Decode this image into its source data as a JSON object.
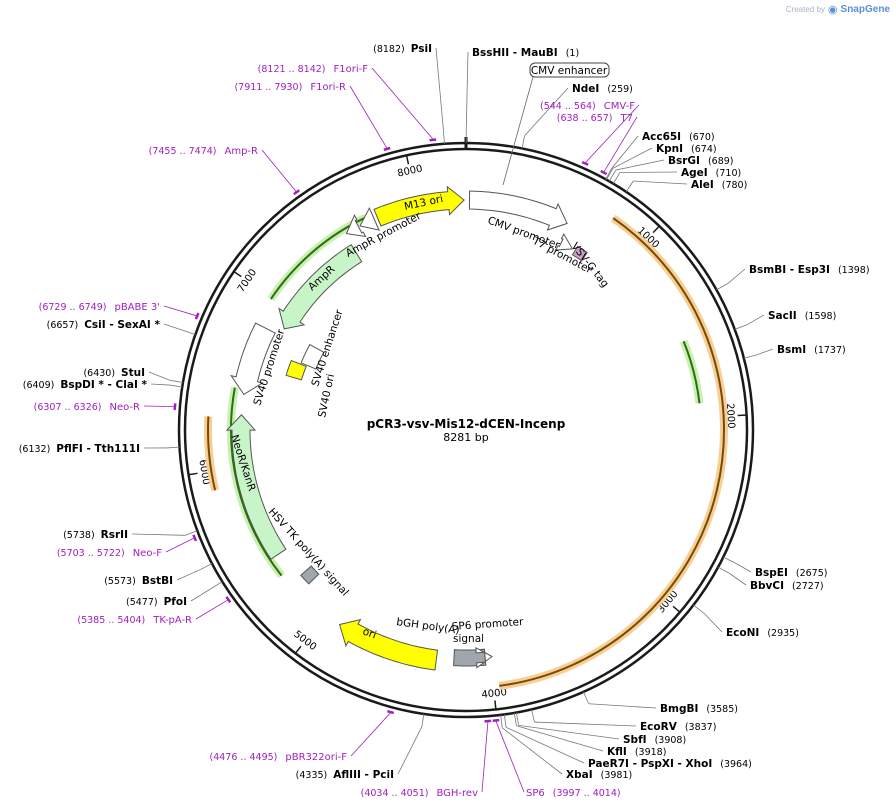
{
  "brand": {
    "prefix": "Created by",
    "name": "SnapGene"
  },
  "plasmid": {
    "name": "pCR3-vsv-Mis12-dCEN-Incenp",
    "size_label": "8281 bp",
    "length": 8281
  },
  "ticks": [
    {
      "pos": 1000,
      "label": "1000"
    },
    {
      "pos": 2000,
      "label": "2000"
    },
    {
      "pos": 3000,
      "label": "3000"
    },
    {
      "pos": 4000,
      "label": "4000"
    },
    {
      "pos": 5000,
      "label": "5000"
    },
    {
      "pos": 6000,
      "label": "6000"
    },
    {
      "pos": 7000,
      "label": "7000"
    },
    {
      "pos": 8000,
      "label": "8000"
    }
  ],
  "sites": [
    {
      "name": "PsiI",
      "pos_text": "(8182)",
      "pos": 8182
    },
    {
      "name": "BssHII   - MauBI",
      "pos_text": "(1)",
      "pos": 1
    },
    {
      "name": "NdeI",
      "pos_text": "(259)",
      "pos": 259
    },
    {
      "name": "Acc65I",
      "pos_text": "(670)",
      "pos": 670
    },
    {
      "name": "KpnI",
      "pos_text": "(674)",
      "pos": 674
    },
    {
      "name": "BsrGI",
      "pos_text": "(689)",
      "pos": 689
    },
    {
      "name": "AgeI",
      "pos_text": "(710)",
      "pos": 710
    },
    {
      "name": "AleI",
      "pos_text": "(780)",
      "pos": 780
    },
    {
      "name": "BsmBI   - Esp3I",
      "pos_text": "(1398)",
      "pos": 1398
    },
    {
      "name": "SacII",
      "pos_text": "(1598)",
      "pos": 1598
    },
    {
      "name": "BsmI",
      "pos_text": "(1737)",
      "pos": 1737
    },
    {
      "name": "BspEI",
      "pos_text": "(2675)",
      "pos": 2675
    },
    {
      "name": "BbvCI",
      "pos_text": "(2727)",
      "pos": 2727
    },
    {
      "name": "EcoNI",
      "pos_text": "(2935)",
      "pos": 2935
    },
    {
      "name": "BmgBI",
      "pos_text": "(3585)",
      "pos": 3585
    },
    {
      "name": "EcoRV",
      "pos_text": "(3837)",
      "pos": 3837
    },
    {
      "name": "SbfI",
      "pos_text": "(3908)",
      "pos": 3908
    },
    {
      "name": "KflI",
      "pos_text": "(3918)",
      "pos": 3918
    },
    {
      "name": "PaeR7I   - PspXI   - XhoI",
      "pos_text": "(3964)",
      "pos": 3964
    },
    {
      "name": "XbaI",
      "pos_text": "(3981)",
      "pos": 3981
    },
    {
      "name": "AflIII   - PciI",
      "pos_text": "(4335)",
      "pos": 4335
    },
    {
      "name": "PfoI",
      "pos_text": "(5477)",
      "pos": 5477
    },
    {
      "name": "BstBI",
      "pos_text": "(5573)",
      "pos": 5573
    },
    {
      "name": "RsrII",
      "pos_text": "(5738)",
      "pos": 5738
    },
    {
      "name": "PflFI   - Tth111I",
      "pos_text": "(6132)",
      "pos": 6132
    },
    {
      "name": "BspDI *  - ClaI *",
      "pos_text": "(6409)",
      "pos": 6409
    },
    {
      "name": "StuI",
      "pos_text": "(6430)",
      "pos": 6430
    },
    {
      "name": "CsiI   - SexAI *",
      "pos_text": "(6657)",
      "pos": 6657
    }
  ],
  "primers": [
    {
      "name": "F1ori-F",
      "range": "(8121 .. 8142)",
      "pos": 8131
    },
    {
      "name": "F1ori-R",
      "range": "(7911 .. 7930)",
      "pos": 7920
    },
    {
      "name": "Amp-R",
      "range": "(7455 .. 7474)",
      "pos": 7465
    },
    {
      "name": "CMV-F",
      "range": "(544 .. 564)",
      "pos": 554
    },
    {
      "name": "T7",
      "range": "(638 .. 657)",
      "pos": 647
    },
    {
      "name": "pBABE 3'",
      "range": "(6729 .. 6749)",
      "pos": 6739
    },
    {
      "name": "Neo-R",
      "range": "(6307 .. 6326)",
      "pos": 6316
    },
    {
      "name": "Neo-F",
      "range": "(5703 .. 5722)",
      "pos": 5712
    },
    {
      "name": "TK-pA-R",
      "range": "(5385 .. 5404)",
      "pos": 5394
    },
    {
      "name": "pBR322ori-F",
      "range": "(4476 .. 4495)",
      "pos": 4485
    },
    {
      "name": "BGH-rev",
      "range": "(4034 .. 4051)",
      "pos": 4042
    },
    {
      "name": "SP6",
      "range": "(3997 .. 4014)",
      "pos": 4005
    }
  ],
  "features": [
    {
      "label": "CMV enhancer",
      "boxed": true
    },
    {
      "label": "CMV promoter"
    },
    {
      "label": "T7 promoter"
    },
    {
      "label": "VSV-G tag"
    },
    {
      "label": "M13 ori"
    },
    {
      "label": "AmpR promoter"
    },
    {
      "label": "AmpR"
    },
    {
      "label": "SV40 promoter"
    },
    {
      "label": "SV40 enhancer"
    },
    {
      "label": "SV40 ori"
    },
    {
      "label": "NeoR/KanR"
    },
    {
      "label": "HSV TK poly(A) signal"
    },
    {
      "label": "ori"
    },
    {
      "label": "bGH poly(A) signal"
    },
    {
      "label": "SP6 promoter"
    }
  ],
  "colors": {
    "backbone": "#1a1a1a",
    "insert_orange": "#e8a23a",
    "green_cds": "#3a8a1a",
    "green_fill": "#c8f5c8",
    "yellow": "#ffff00",
    "primer": "#a020c0",
    "gray": "#a0a6ad"
  }
}
